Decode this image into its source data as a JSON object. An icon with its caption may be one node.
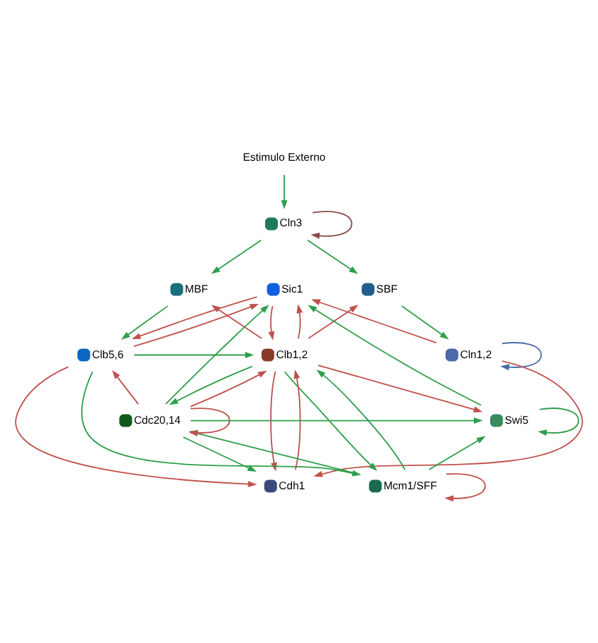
{
  "diagram": {
    "nodes": [
      {
        "text": [
          "Estimulo Externo"
        ]
      },
      {
        "text": [],
        "shape": "circle",
        "beside": [
          "Cln3"
        ]
      },
      {
        "text": [],
        "shape": "circle",
        "beside": [
          "SBF"
        ]
      },
      {
        "text": [],
        "shape": "circle",
        "beside": [
          "Sic1"
        ]
      },
      {
        "text": [],
        "shape": "circle",
        "beside": [
          "MBF"
        ]
      },
      {
        "text": [],
        "shape": "circle",
        "beside": [
          "Cln1,2"
        ]
      },
      {
        "text": [],
        "shape": "circle",
        "beside": [
          "Clb1,2"
        ]
      },
      {
        "text": [],
        "shape": "circle",
        "beside": [
          "Clb5,6"
        ]
      },
      {
        "text": [],
        "shape": "circle",
        "beside": [
          "Cdh1"
        ]
      },
      {
        "text": [],
        "shape": "circle",
        "beside": [
          "Mcm1/SFF"
        ]
      },
      {
        "text": [],
        "shape": "circle",
        "beside": [
          "Cdc20,14"
        ]
      },
      {
        "text": [],
        "shape": "circle",
        "beside": [
          "Swi5"
        ]
      }
    ],
    "edges": [
      {
        "from": 0,
        "to": 1,
        "arrow": "to"
      },
      {
        "from": 1,
        "to": 1,
        "arrow": "to",
        "color": "#8b4a4a"
      },
      {
        "from": 1,
        "to": 2,
        "arrow": "to"
      },
      {
        "from": 1,
        "to": 4,
        "arrow": "to"
      },
      {
        "from": 2,
        "to": 5,
        "arrow": "to"
      },
      {
        "from": 4,
        "to": 7,
        "arrow": "to"
      },
      {
        "from": 5,
        "to": 5,
        "arrow": "to",
        "color": "#4a6aa8"
      },
      {
        "from": 5,
        "to": 3,
        "arrow": "to",
        "color": "#c0504d"
      },
      {
        "from": 5,
        "to": 8,
        "arrow": "to",
        "color": "#c0504d"
      },
      {
        "from": 3,
        "to": 6,
        "arrow": "to",
        "color": "#c0504d"
      },
      {
        "from": 3,
        "to": 7,
        "arrow": "to",
        "color": "#c0504d"
      },
      {
        "from": 6,
        "to": 2,
        "arrow": "to",
        "color": "#c0504d"
      },
      {
        "from": 6,
        "to": 4,
        "arrow": "to",
        "color": "#c0504d"
      },
      {
        "from": 6,
        "to": 3,
        "arrow": "to",
        "color": "#c0504d"
      },
      {
        "from": 6,
        "to": 8,
        "arrow": "to",
        "color": "#c0504d"
      },
      {
        "from": 6,
        "to": 11,
        "arrow": "to",
        "color": "#c0504d"
      },
      {
        "from": 6,
        "to": 9,
        "arrow": "to"
      },
      {
        "from": 6,
        "to": 10,
        "arrow": "to"
      },
      {
        "from": 7,
        "to": 3,
        "arrow": "to",
        "color": "#c0504d"
      },
      {
        "from": 7,
        "to": 8,
        "arrow": "to",
        "color": "#c0504d"
      },
      {
        "from": 7,
        "to": 6,
        "arrow": "to"
      },
      {
        "from": 7,
        "to": 9,
        "arrow": "to"
      },
      {
        "from": 8,
        "to": 6,
        "arrow": "to",
        "color": "#c0504d"
      },
      {
        "from": 9,
        "to": 9,
        "arrow": "to",
        "color": "#c0504d"
      },
      {
        "from": 9,
        "to": 6,
        "arrow": "to"
      },
      {
        "from": 9,
        "to": 10,
        "arrow": "to"
      },
      {
        "from": 9,
        "to": 11,
        "arrow": "to"
      },
      {
        "from": 10,
        "to": 10,
        "arrow": "to",
        "color": "#c0504d"
      },
      {
        "from": 10,
        "to": 6,
        "arrow": "to",
        "color": "#c0504d"
      },
      {
        "from": 10,
        "to": 7,
        "arrow": "to",
        "color": "#c0504d"
      },
      {
        "from": 10,
        "to": 3,
        "arrow": "to"
      },
      {
        "from": 10,
        "to": 8,
        "arrow": "to"
      },
      {
        "from": 10,
        "to": 11,
        "arrow": "to"
      },
      {
        "from": 11,
        "to": 11,
        "arrow": "to"
      },
      {
        "from": 11,
        "to": 3,
        "arrow": "to"
      }
    ]
  }
}
